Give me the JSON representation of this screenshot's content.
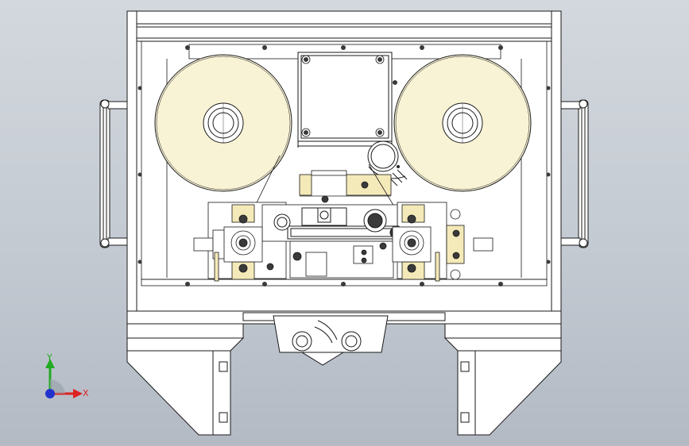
{
  "view": {
    "axes": {
      "y_label": "Y",
      "x_label": "X",
      "y_color": "#22aa22",
      "x_color": "#dd2222",
      "origin_color": "#2233cc"
    },
    "colors": {
      "background_top": "#d3d8de",
      "background_bottom": "#b3bac4",
      "frame_fill": "#ffffff",
      "line": "#1a1a1a",
      "reel_fill": "#f9f3d6",
      "block_fill": "#f4e9b8",
      "screw_fill": "#3a3a3a"
    },
    "components": [
      "frame",
      "top-rail",
      "left-handle",
      "right-handle",
      "left-tape-reel",
      "right-tape-reel",
      "center-plate",
      "guide-roller",
      "tension-arm",
      "left-pinch-roller",
      "right-pinch-roller",
      "left-bracket-foot",
      "right-bracket-foot",
      "center-clamp"
    ]
  }
}
